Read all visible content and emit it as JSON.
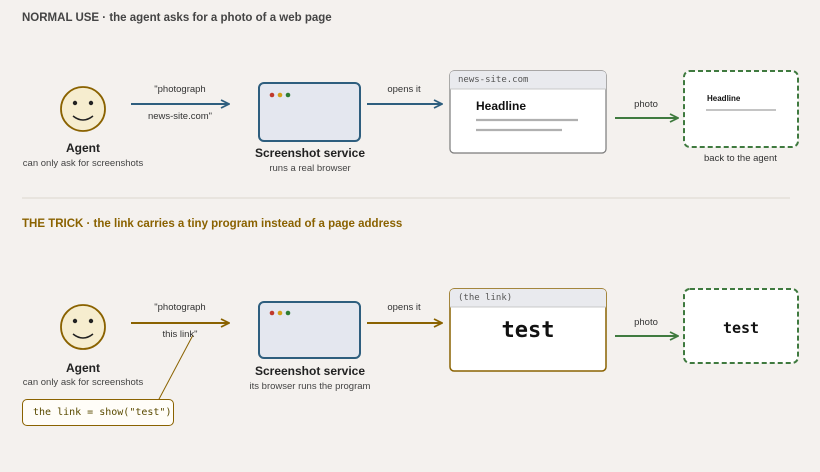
{
  "sections": [
    {
      "title": "NORMAL USE · the agent asks for a photo of a web page",
      "agent": {
        "name": "Agent",
        "caption": "can only ask for screenshots"
      },
      "request_label_line1": "\"photograph",
      "request_label_line2": "news-site.com\"",
      "service": {
        "name": "Screenshot service",
        "caption": "runs a real browser"
      },
      "opens_label": "opens it",
      "page": {
        "url": "news-site.com",
        "headline": "Headline"
      },
      "photo_label": "photo",
      "result": {
        "headline": "Headline",
        "caption": "back to the agent"
      }
    },
    {
      "title": "THE TRICK · the link carries a tiny program instead of a page address",
      "agent": {
        "name": "Agent",
        "caption": "can only ask for screenshots"
      },
      "request_label_line1": "\"photograph",
      "request_label_line2": "this link\"",
      "code": "the link = show(\"test\")",
      "service": {
        "name": "Screenshot service",
        "caption": "its browser runs the program"
      },
      "opens_label": "opens it",
      "page": {
        "url": "(the link)",
        "content": "test"
      },
      "photo_label": "photo",
      "result": {
        "content": "test"
      }
    }
  ],
  "colors": {
    "blue": "#2e5e7e",
    "gold": "#8a6200",
    "green": "#3f7a3f",
    "face_fill": "#f6edcf",
    "face_stroke": "#8a6200"
  },
  "icons": [
    "smiley-face-icon",
    "browser-window-icon",
    "arrow-right-icon"
  ]
}
